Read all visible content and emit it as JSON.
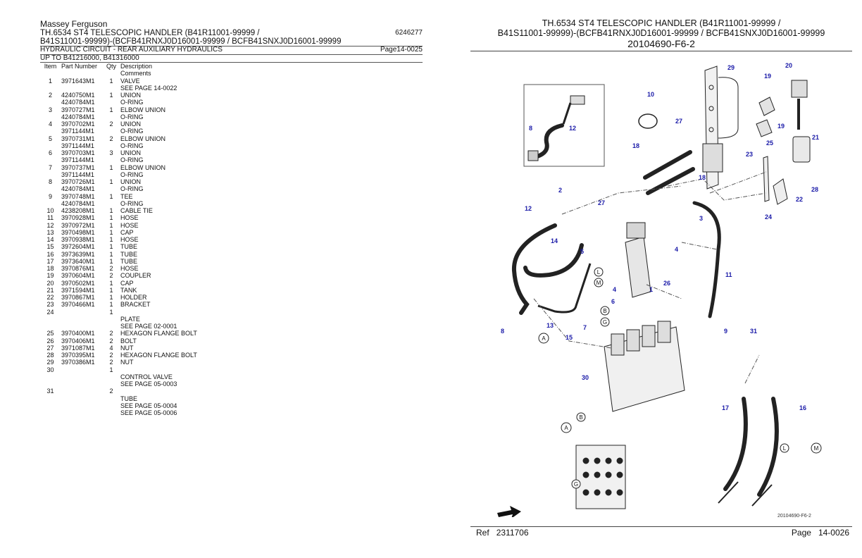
{
  "header": {
    "brand": "Massey Ferguson",
    "title_line1": "TH.6534 ST4 TELESCOPIC HANDLER (B41R11001-99999 /",
    "doc_number": "6246277",
    "title_line2": "B41S11001-99999)-(BCFB41RNXJ0D16001-99999 / BCFB41SNXJ0D16001-99999",
    "section": "HYDRAULIC CIRCUIT - REAR AUXILIARY HYDRAULICS",
    "page_ref": "Page14-0025",
    "serial_range": "UP TO B41216000, B41316000"
  },
  "table_header": {
    "item": "Item",
    "part": "Part Number",
    "qty": "Qty",
    "desc": "Description",
    "comments": "Comments"
  },
  "rows": [
    {
      "item": "1",
      "part": "3971643M1",
      "qty": "1",
      "desc": "VALVE"
    },
    {
      "item": "",
      "part": "",
      "qty": "",
      "desc": "SEE PAGE 14-0022"
    },
    {
      "item": "2",
      "part": "4240750M1",
      "qty": "1",
      "desc": "UNION"
    },
    {
      "item": "",
      "part": "4240784M1",
      "qty": "",
      "desc": "O-RING"
    },
    {
      "item": "3",
      "part": "3970727M1",
      "qty": "1",
      "desc": "ELBOW UNION"
    },
    {
      "item": "",
      "part": "4240784M1",
      "qty": "",
      "desc": "O-RING"
    },
    {
      "item": "4",
      "part": "3970702M1",
      "qty": "2",
      "desc": "UNION"
    },
    {
      "item": "",
      "part": "3971144M1",
      "qty": "",
      "desc": "O-RING"
    },
    {
      "item": "5",
      "part": "3970731M1",
      "qty": "2",
      "desc": "ELBOW UNION"
    },
    {
      "item": "",
      "part": "3971144M1",
      "qty": "",
      "desc": "O-RING"
    },
    {
      "item": "6",
      "part": "3970703M1",
      "qty": "3",
      "desc": "UNION"
    },
    {
      "item": "",
      "part": "3971144M1",
      "qty": "",
      "desc": "O-RING"
    },
    {
      "item": "7",
      "part": "3970737M1",
      "qty": "1",
      "desc": "ELBOW UNION"
    },
    {
      "item": "",
      "part": "3971144M1",
      "qty": "",
      "desc": "O-RING"
    },
    {
      "item": "8",
      "part": "3970726M1",
      "qty": "1",
      "desc": "UNION"
    },
    {
      "item": "",
      "part": "4240784M1",
      "qty": "",
      "desc": "O-RING"
    },
    {
      "item": "9",
      "part": "3970748M1",
      "qty": "1",
      "desc": "TEE"
    },
    {
      "item": "",
      "part": "4240784M1",
      "qty": "",
      "desc": "O-RING"
    },
    {
      "item": "10",
      "part": "4238208M1",
      "qty": "1",
      "desc": "CABLE TIE"
    },
    {
      "item": "11",
      "part": "3970928M1",
      "qty": "1",
      "desc": "HOSE"
    },
    {
      "item": "12",
      "part": "3970972M1",
      "qty": "1",
      "desc": "HOSE"
    },
    {
      "item": "13",
      "part": "3970498M1",
      "qty": "1",
      "desc": "CAP"
    },
    {
      "item": "14",
      "part": "3970938M1",
      "qty": "1",
      "desc": "HOSE"
    },
    {
      "item": "15",
      "part": "3972604M1",
      "qty": "1",
      "desc": "TUBE"
    },
    {
      "item": "16",
      "part": "3973639M1",
      "qty": "1",
      "desc": "TUBE"
    },
    {
      "item": "17",
      "part": "3973640M1",
      "qty": "1",
      "desc": "TUBE"
    },
    {
      "item": "18",
      "part": "3970876M1",
      "qty": "2",
      "desc": "HOSE"
    },
    {
      "item": "19",
      "part": "3970604M1",
      "qty": "2",
      "desc": "COUPLER"
    },
    {
      "item": "20",
      "part": "3970502M1",
      "qty": "1",
      "desc": "CAP"
    },
    {
      "item": "21",
      "part": "3971594M1",
      "qty": "1",
      "desc": "TANK"
    },
    {
      "item": "22",
      "part": "3970867M1",
      "qty": "1",
      "desc": "HOLDER"
    },
    {
      "item": "23",
      "part": "3970466M1",
      "qty": "1",
      "desc": "BRACKET"
    },
    {
      "item": "24",
      "part": "",
      "qty": "1",
      "desc": ""
    },
    {
      "item": "",
      "part": "",
      "qty": "",
      "desc": "PLATE"
    },
    {
      "item": "",
      "part": "",
      "qty": "",
      "desc": "SEE PAGE 02-0001"
    },
    {
      "item": "25",
      "part": "3970400M1",
      "qty": "2",
      "desc": "HEXAGON FLANGE BOLT"
    },
    {
      "item": "26",
      "part": "3970406M1",
      "qty": "2",
      "desc": "BOLT"
    },
    {
      "item": "27",
      "part": "3971087M1",
      "qty": "4",
      "desc": "NUT"
    },
    {
      "item": "28",
      "part": "3970395M1",
      "qty": "2",
      "desc": "HEXAGON FLANGE BOLT"
    },
    {
      "item": "29",
      "part": "3970386M1",
      "qty": "2",
      "desc": "NUT"
    },
    {
      "item": "30",
      "part": "",
      "qty": "1",
      "desc": ""
    },
    {
      "item": "",
      "part": "",
      "qty": "",
      "desc": "CONTROL VALVE"
    },
    {
      "item": "",
      "part": "",
      "qty": "",
      "desc": "SEE PAGE 05-0003"
    },
    {
      "item": "31",
      "part": "",
      "qty": "2",
      "desc": ""
    },
    {
      "item": "",
      "part": "",
      "qty": "",
      "desc": "TUBE"
    },
    {
      "item": "",
      "part": "",
      "qty": "",
      "desc": "SEE PAGE 05-0004"
    },
    {
      "item": "",
      "part": "",
      "qty": "",
      "desc": "SEE PAGE 05-0006"
    }
  ],
  "diagram": {
    "title_line1": "TH.6534 ST4 TELESCOPIC HANDLER (B41R11001-99999 /",
    "title_line2": "B41S11001-99999)-(BCFB41RNXJ0D16001-99999 / BCFB41SNXJ0D16001-99999",
    "drawing_id": "20104690-F6-2",
    "drawing_ref_small": "20104690-F6-2",
    "callouts": [
      "29",
      "20",
      "19",
      "10",
      "12",
      "8",
      "27",
      "19",
      "21",
      "18",
      "25",
      "23",
      "18",
      "2",
      "28",
      "12",
      "27",
      "3",
      "22",
      "24",
      "5",
      "4",
      "14",
      "L",
      "M",
      "1",
      "26",
      "11",
      "4",
      "6",
      "B",
      "G",
      "8",
      "13",
      "7",
      "9",
      "31",
      "A",
      "15",
      "30",
      "17",
      "16",
      "L",
      "M",
      "B",
      "A",
      "G"
    ],
    "label_color": "#1a1aa8",
    "ref_label": "Ref",
    "ref_value": "2311706",
    "page_label": "Page",
    "page_value": "14-0026"
  }
}
